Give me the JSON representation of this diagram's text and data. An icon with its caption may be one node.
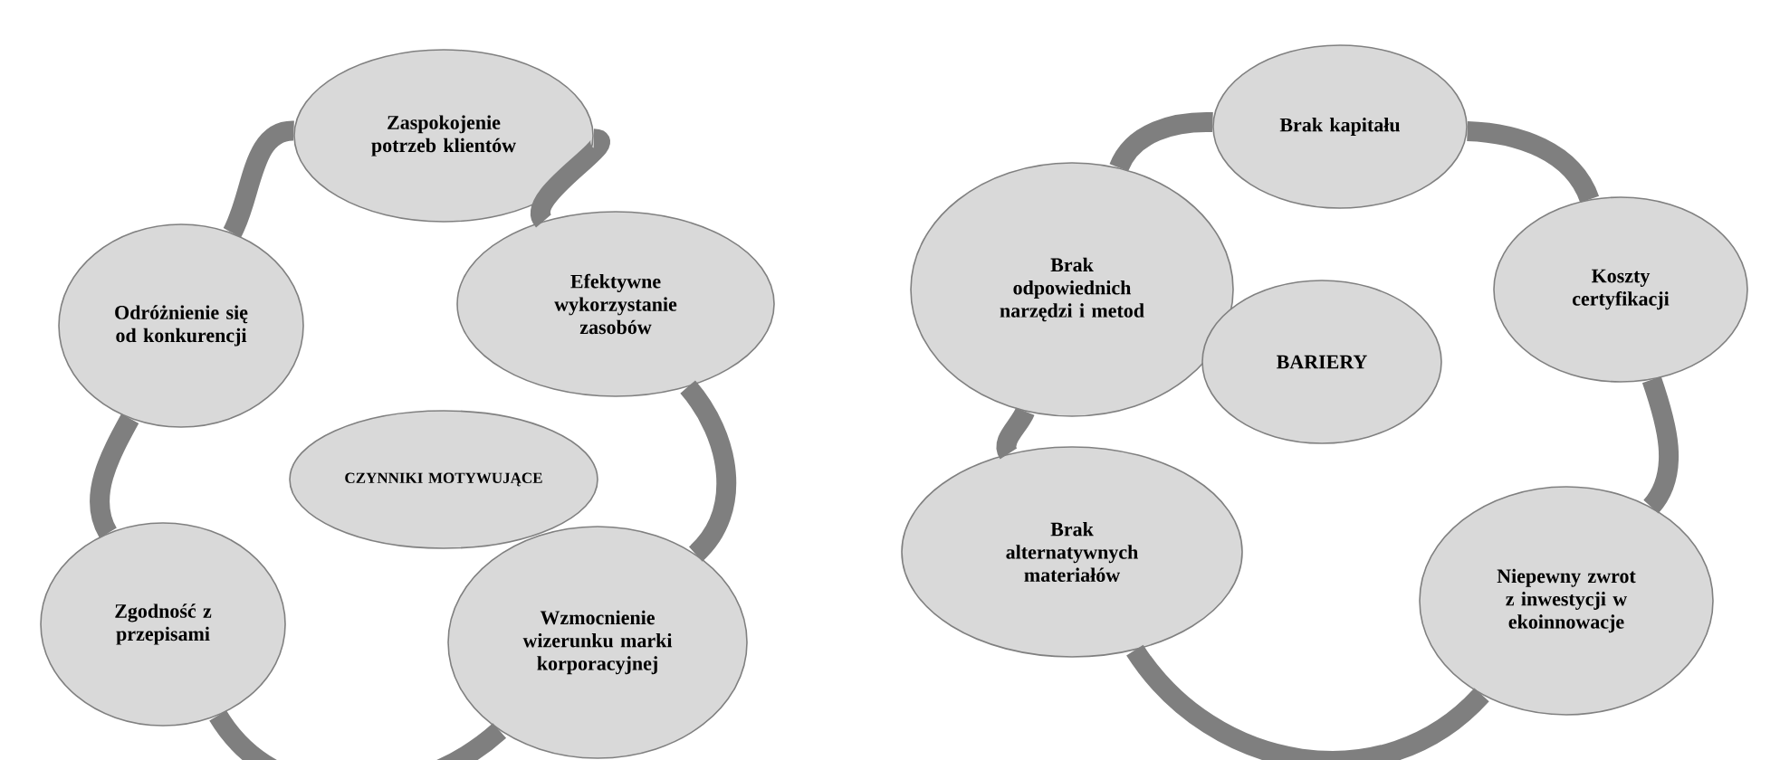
{
  "diagram": {
    "nodes": [
      {
        "text": [
          "Zaspokojenie potrzeb klientów"
        ]
      },
      {
        "text": [
          "Odróżnienie się od konkurencji"
        ]
      },
      {
        "text": [
          "Efektywne wykorzystanie zasobów"
        ]
      },
      {
        "text": [
          "CZYNNIKI MOTYWUJĄCE"
        ]
      },
      {
        "text": [
          "Zgodność z przepisami"
        ]
      },
      {
        "text": [
          "Wzmocnienie wizerunku marki korporacyjnej"
        ]
      },
      {
        "text": [
          "Brak kapitału"
        ]
      },
      {
        "text": [
          "Brak odpowiednich narzędzi i metod"
        ]
      },
      {
        "text": [
          "Koszty certyfikacji"
        ]
      },
      {
        "text": [
          "BARIERY"
        ]
      },
      {
        "text": [
          "Brak alternatywnych materiałów"
        ]
      },
      {
        "text": [
          "Niepewny zwrot z inwestycji w ekoinnowacje"
        ]
      }
    ],
    "edges": [
      {
        "from": 0,
        "to": 2,
        "arrow": "none"
      },
      {
        "from": 2,
        "to": 5,
        "arrow": "none"
      },
      {
        "from": 5,
        "to": 4,
        "arrow": "none"
      },
      {
        "from": 4,
        "to": 1,
        "arrow": "none"
      },
      {
        "from": 1,
        "to": 0,
        "arrow": "none"
      },
      {
        "from": 6,
        "to": 8,
        "arrow": "none"
      },
      {
        "from": 8,
        "to": 11,
        "arrow": "none"
      },
      {
        "from": 11,
        "to": 10,
        "arrow": "none"
      },
      {
        "from": 10,
        "to": 7,
        "arrow": "none"
      },
      {
        "from": 7,
        "to": 6,
        "arrow": "none"
      }
    ]
  }
}
